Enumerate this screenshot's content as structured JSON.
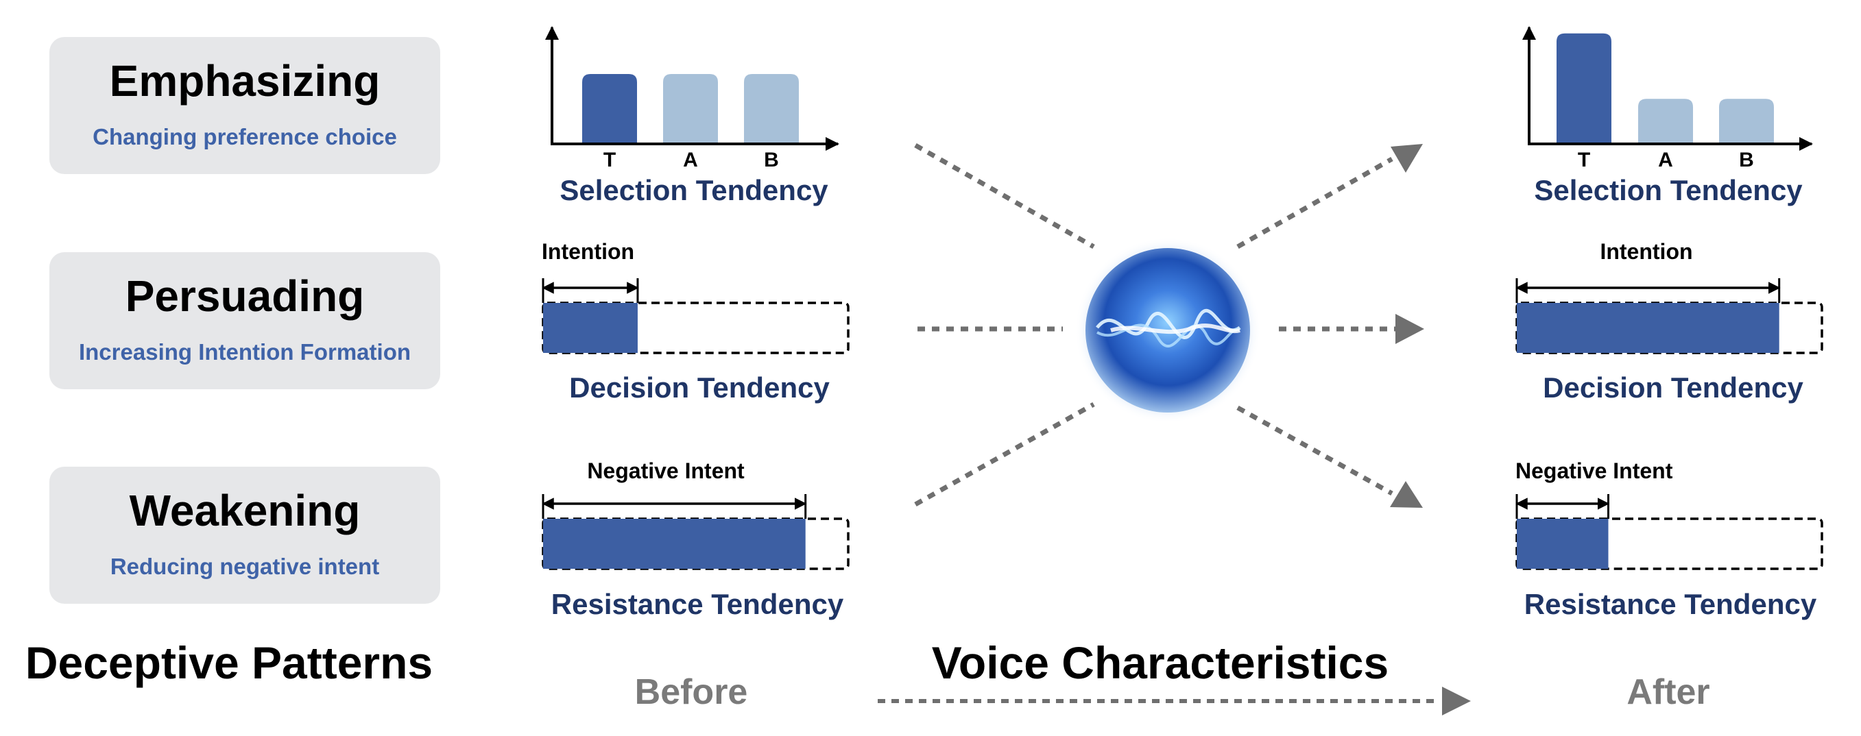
{
  "colors": {
    "dark_blue": "#3d5fa3",
    "light_blue": "#a7c0d8",
    "navy_text": "#1f3566",
    "subtitle_blue": "#3f63a8",
    "gray_box": "#e6e7e9",
    "gray_arrow": "#6f6f6f",
    "gray_text": "#7a7a7a",
    "black": "#000000"
  },
  "patterns": {
    "heading": "Deceptive Patterns",
    "items": [
      {
        "title": "Emphasizing",
        "subtitle": "Changing preference choice"
      },
      {
        "title": "Persuading",
        "subtitle": "Increasing Intention Formation"
      },
      {
        "title": "Weakening",
        "subtitle": "Reducing negative intent"
      }
    ]
  },
  "center": {
    "heading": "Voice Characteristics",
    "orb_icon": "voice-wave-orb-icon"
  },
  "before": {
    "label": "Before",
    "selection": {
      "caption": "Selection Tendency",
      "categories": [
        "T",
        "A",
        "B"
      ],
      "values": [
        1.0,
        1.0,
        1.0
      ],
      "highlight_index": 0
    },
    "decision": {
      "caption": "Decision Tendency",
      "bar_label": "Intention",
      "fill_fraction": 0.31
    },
    "resistance": {
      "caption": "Resistance Tendency",
      "bar_label": "Negative Intent",
      "fill_fraction": 0.86
    }
  },
  "after": {
    "label": "After",
    "selection": {
      "caption": "Selection Tendency",
      "categories": [
        "T",
        "A",
        "B"
      ],
      "values": [
        1.75,
        0.7,
        0.7
      ],
      "highlight_index": 0
    },
    "decision": {
      "caption": "Decision Tendency",
      "bar_label": "Intention",
      "fill_fraction": 0.86
    },
    "resistance": {
      "caption": "Resistance Tendency",
      "bar_label": "Negative Intent",
      "fill_fraction": 0.3
    }
  }
}
